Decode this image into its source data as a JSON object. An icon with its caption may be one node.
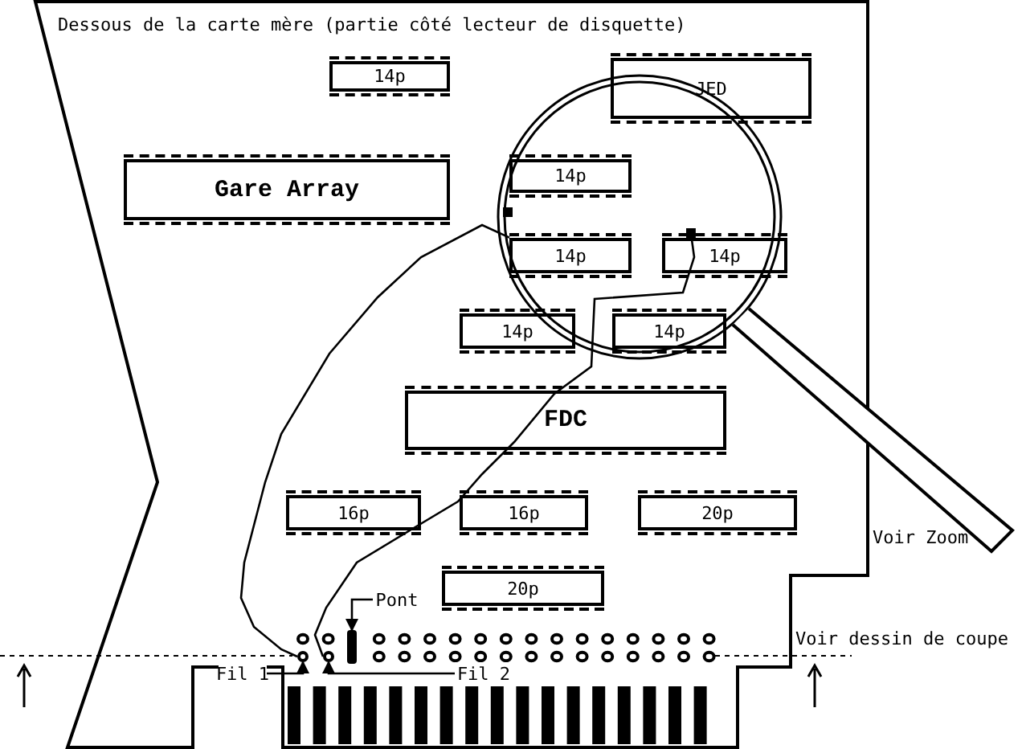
{
  "diagram": {
    "title": "Dessous de la carte mère (partie côté lecteur de disquette)",
    "nodes": [
      {
        "text": [
          "14p"
        ]
      },
      {
        "text": [
          "JED"
        ]
      },
      {
        "text": [
          "Gare Array"
        ]
      },
      {
        "text": [
          "14p"
        ]
      },
      {
        "text": [
          "14p"
        ]
      },
      {
        "text": [
          "14p"
        ]
      },
      {
        "text": [
          "14p"
        ]
      },
      {
        "text": [
          "14p"
        ]
      },
      {
        "text": [
          "FDC"
        ]
      },
      {
        "text": [
          "16p"
        ]
      },
      {
        "text": [
          "16p"
        ]
      },
      {
        "text": [
          "20p"
        ]
      },
      {
        "text": [
          "20p"
        ]
      },
      {
        "text": [
          "Pont"
        ]
      },
      {
        "text": [],
        "shape": "bar"
      },
      {
        "text": [
          "Fil 1"
        ]
      },
      {
        "text": [],
        "shape": "circle"
      },
      {
        "text": [
          "Fil 2"
        ]
      },
      {
        "text": [],
        "shape": "circle"
      }
    ],
    "edges": [
      {
        "from": 13,
        "to": 14,
        "arrow": "to"
      },
      {
        "from": 15,
        "to": 16,
        "arrow": "to"
      },
      {
        "from": 17,
        "to": 18,
        "arrow": "to"
      },
      {
        "from": 4,
        "to": 16,
        "arrow": "none"
      },
      {
        "from": 18,
        "to": 5,
        "arrow": "other"
      }
    ],
    "labels": [
      "Voir Zoom",
      "Voir dessin de coupe"
    ]
  }
}
